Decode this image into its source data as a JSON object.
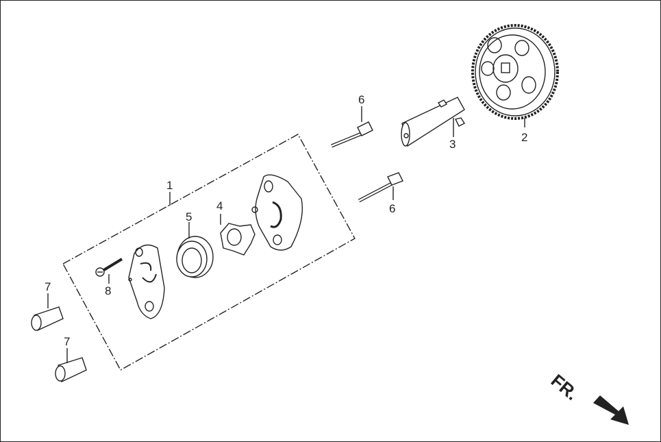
{
  "diagram": {
    "type": "exploded-parts-diagram",
    "subject": "oil pump assembly",
    "group_box_label": "1",
    "callouts": [
      {
        "id": "1",
        "part": "oil pump assembly (dashed group)"
      },
      {
        "id": "2",
        "part": "sprocket gear"
      },
      {
        "id": "3",
        "part": "pump shaft"
      },
      {
        "id": "4",
        "part": "inner rotor"
      },
      {
        "id": "5",
        "part": "outer rotor"
      },
      {
        "id": "6",
        "part": "flange bolt (upper)"
      },
      {
        "id": "6",
        "part": "flange bolt (lower)"
      },
      {
        "id": "7",
        "part": "dowel pin (upper)"
      },
      {
        "id": "7",
        "part": "dowel pin (lower)"
      },
      {
        "id": "8",
        "part": "screw"
      }
    ],
    "direction_indicator": {
      "label": "FR.",
      "icon": "arrow-down-right"
    }
  },
  "colors": {
    "line": "#222222",
    "fill": "#ffffff",
    "shade": "#e6e6e6"
  }
}
